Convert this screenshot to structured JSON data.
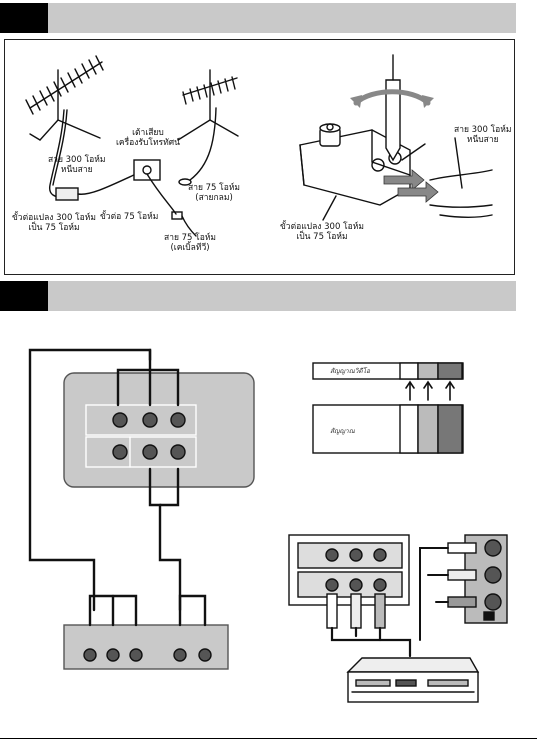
{
  "labels": {
    "antenna_300_left": "สาย 300 โอห์ม\nหนีบสาย",
    "wall_outlet": "เต้าเสียบ\nเครื่องรับโทรทัศน์",
    "adapter_left": "ขั้วต่อแปลง 300 โอห์ม\nเป็น 75 โอห์ม",
    "coax_75_right": "สาย 75 โอห์ม\n(สายกลม)",
    "plug_75": "ขั้วต่อ 75 โอห์ม",
    "cable_75_bottom": "สาย 75 โอห์ม\n(เคเบิ้ลทีวี)",
    "antenna_300_right": "สาย 300 โอห์ม\nหนีบสาย",
    "adapter_right": "ขั้วต่อแปลง 300 โอห์ม\nเป็น 75 โอห์ม",
    "small_box_top": "สัญญาณวิดีโอ",
    "small_box_bottom": "สัญญาณ"
  }
}
